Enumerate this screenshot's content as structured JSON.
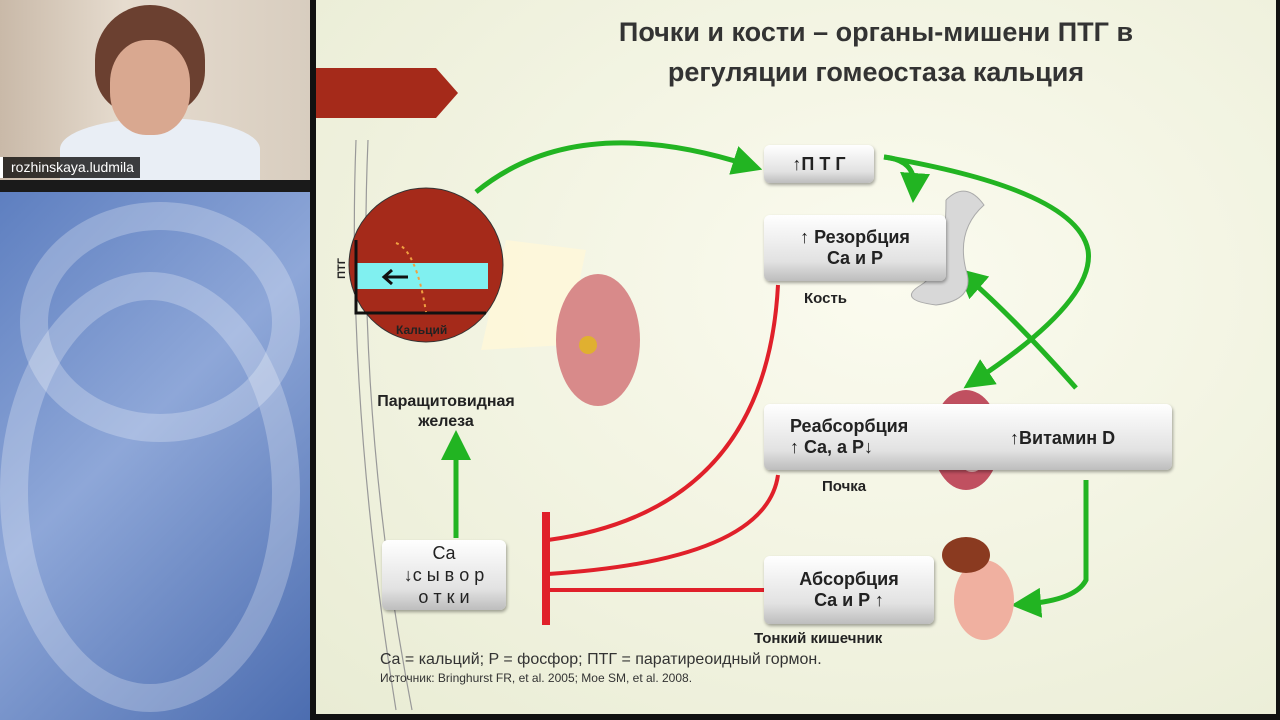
{
  "participant": {
    "name": "rozhinskaya.ludmila"
  },
  "slide": {
    "title_line1": "Почки и кости – органы-мишени ПТГ в",
    "title_line2": "регуляции гомеостаза кальция",
    "pth_box": "↑П Т Г",
    "resorption_line1": "↑ Резорбция",
    "resorption_line2": "Ca и P",
    "bone_label": "Кость",
    "reabsorption_line1": "Реабсорбция",
    "reabsorption_line2": "↑ Ca, a P↓",
    "kidney_label": "Почка",
    "vitamin_d": "↑Витамин D",
    "absorption_line1": "Абсорбция",
    "absorption_line2": "Ca и P ↑",
    "intestine_label": "Тонкий кишечник",
    "serum_line1": "Ca",
    "serum_line2": "↓с ы в о р",
    "serum_line3": "о т к и",
    "gland_label_line1": "Паращитовидная",
    "gland_label_line2": "железа",
    "inset_y_label": "ПТГ",
    "inset_x_label": "Кальций",
    "legend": "Ca = кальций; P = фосфор; ПТГ = паратиреоидный гормон.",
    "source": "Источник: Bringhurst FR, et al. 2005; Moe SM, et al. 2008."
  },
  "colors": {
    "green": "#22b422",
    "red": "#e0202a",
    "maroon": "#a52a1a",
    "cyan": "#80f0f0"
  }
}
